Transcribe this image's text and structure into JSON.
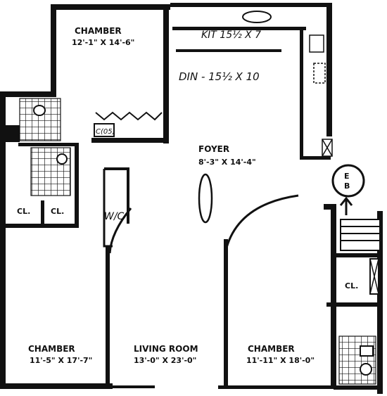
{
  "rooms": {
    "chamber_top": {
      "name": "CHAMBER",
      "dims": "12'-1\" X 14'-6\""
    },
    "kitchen": {
      "name": "KIT 15½ X 7"
    },
    "dining": {
      "name": "DIN - 15½ X 10"
    },
    "closet_note": {
      "text": "C(05)"
    },
    "foyer": {
      "name": "FOYER",
      "dims": "8'-3\" X 14'-4\""
    },
    "wic": {
      "name": "W/C"
    },
    "closet_left_1": {
      "name": "CL."
    },
    "closet_left_2": {
      "name": "CL."
    },
    "closet_right": {
      "name": "CL."
    },
    "elevator": {
      "line1": "E",
      "line2": "B"
    },
    "chamber_left": {
      "name": "CHAMBER",
      "dims": "11'-5\" X 17'-7\""
    },
    "living": {
      "name": "LIVING ROOM",
      "dims": "13'-0\" X 23'-0\""
    },
    "chamber_right": {
      "name": "CHAMBER",
      "dims": "11'-11\" X 18'-0\""
    }
  }
}
